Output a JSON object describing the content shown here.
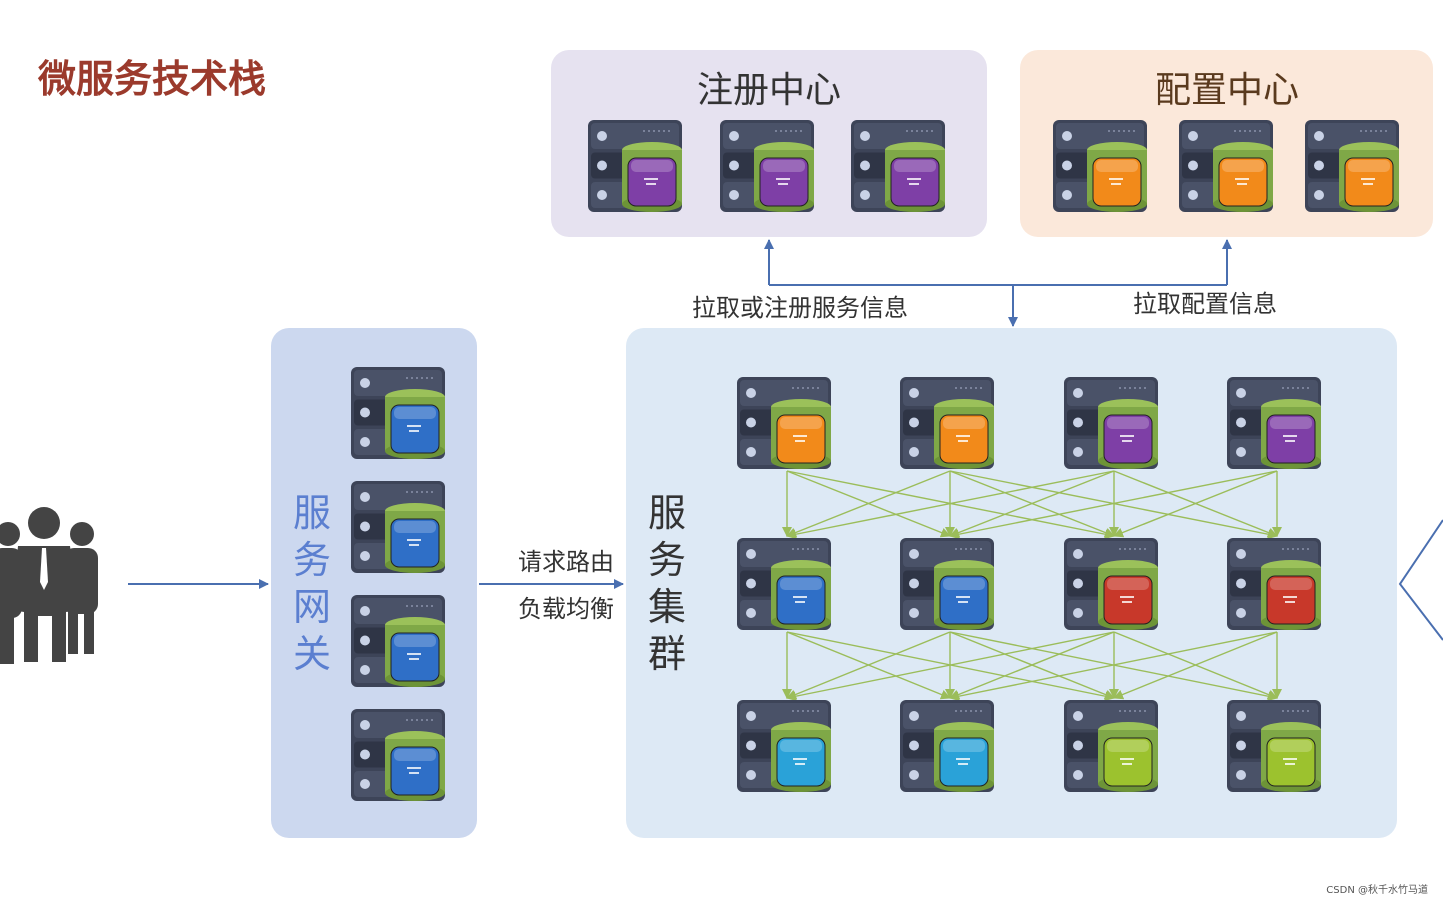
{
  "title": "微服务技术栈",
  "registry": {
    "label": "注册中心"
  },
  "config": {
    "label": "配置中心"
  },
  "gateway": {
    "label_chars": [
      "服",
      "务",
      "网",
      "关"
    ]
  },
  "cluster": {
    "label_chars": [
      "服",
      "务",
      "集",
      "群"
    ]
  },
  "edges": {
    "pull_register": "拉取或注册服务信息",
    "pull_config": "拉取配置信息",
    "request_routing": "请求路由",
    "load_balance": "负载均衡"
  },
  "watermark": "CSDN @秋千水竹马道",
  "colors": {
    "registry_bg": "#e6e2f0",
    "config_bg": "#fbe8da",
    "gateway_bg": "#ccd8ef",
    "cluster_bg": "#dde9f5",
    "arrow": "#4a6fb0",
    "mesh_line": "#9bbd5a",
    "purple": "#7e3fa6",
    "orange": "#f28a1a",
    "blue": "#2f6fc7",
    "red": "#c8382a",
    "cyan": "#2aa2d8",
    "lime": "#9cc22e",
    "users": "#444444"
  }
}
